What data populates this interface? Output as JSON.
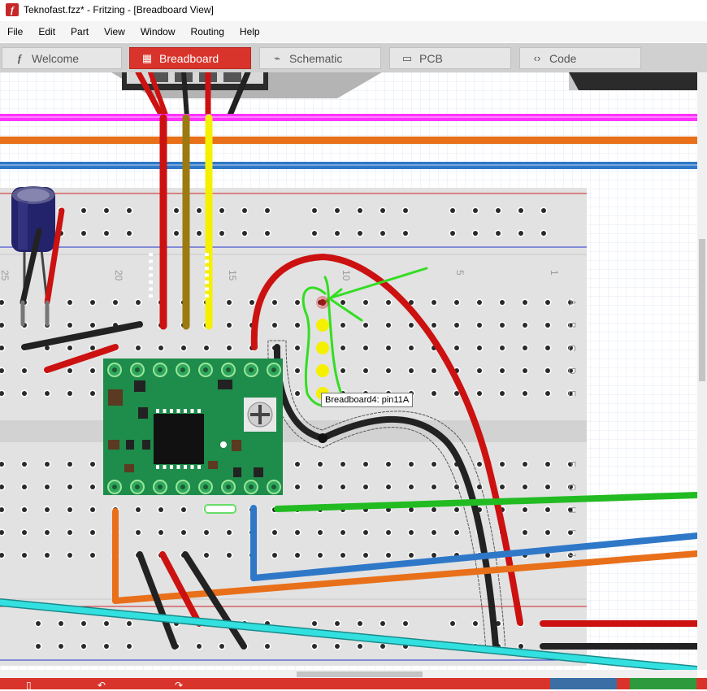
{
  "window": {
    "title": "Teknofast.fzz* - Fritzing - [Breadboard View]",
    "app_icon": "f"
  },
  "menu": [
    "File",
    "Edit",
    "Part",
    "View",
    "Window",
    "Routing",
    "Help"
  ],
  "tabs": [
    {
      "label": "Welcome",
      "icon": "f",
      "active": false
    },
    {
      "label": "Breadboard",
      "icon": "▦",
      "active": true
    },
    {
      "label": "Schematic",
      "icon": "⌁",
      "active": false
    },
    {
      "label": "PCB",
      "icon": "▭",
      "active": false
    },
    {
      "label": "Code",
      "icon": "‹›",
      "active": false
    }
  ],
  "breadboard": {
    "column_numbers": [
      "25",
      "20",
      "15",
      "10",
      "5",
      "1"
    ],
    "row_letters_top": [
      "A",
      "B",
      "C",
      "D",
      "E"
    ],
    "row_letters_bottom": [
      "F",
      "G",
      "H",
      "I",
      "J"
    ]
  },
  "tooltip": {
    "text": "Breadboard4: pin11A"
  },
  "colors": {
    "accent": "#d9342b",
    "breadboard": "#e0e0e0",
    "driver_board": "#1e8c4a",
    "wire_magenta": "#ff33ff",
    "wire_orange": "#e8701a",
    "wire_blue": "#2f78c8",
    "wire_red": "#cc1111",
    "wire_black": "#222222",
    "wire_yellow": "#f5f000",
    "wire_olive": "#9c7a10",
    "wire_green": "#22bb22",
    "wire_cyan": "#33e0e0",
    "annotation_green": "#33dd22"
  }
}
